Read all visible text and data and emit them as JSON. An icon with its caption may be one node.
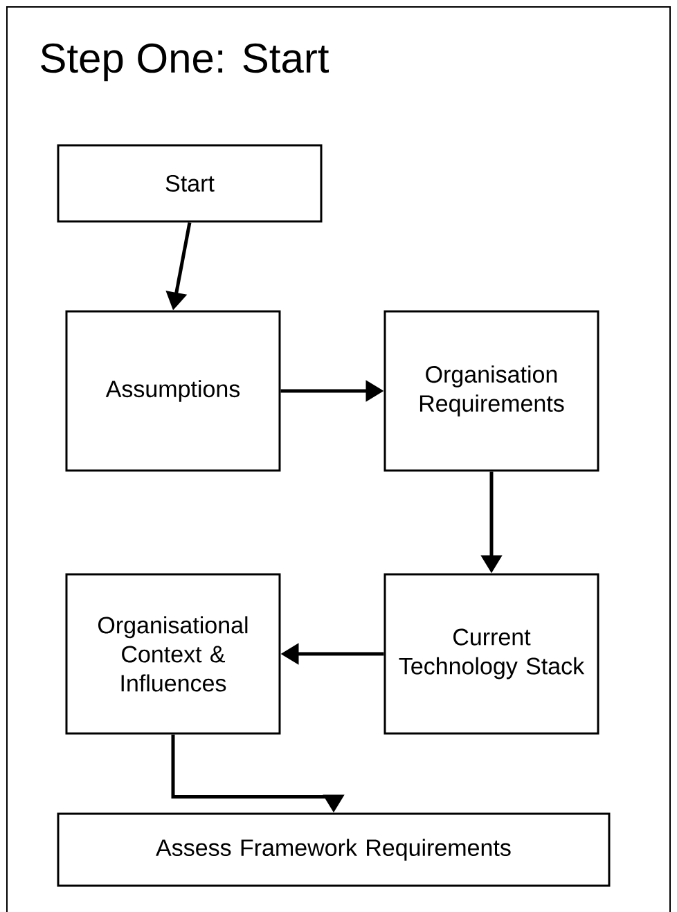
{
  "diagram": {
    "title": "Step One: Start",
    "nodes": [
      {
        "text": [
          "Start"
        ]
      },
      {
        "text": [
          "Assumptions"
        ]
      },
      {
        "text": [
          "Organisation Requirements"
        ]
      },
      {
        "text": [
          "Current Technology Stack"
        ]
      },
      {
        "text": [
          "Organisational Context & Influences"
        ]
      },
      {
        "text": [
          "Assess Framework Requirements"
        ]
      }
    ],
    "edges": [
      {
        "from": 0,
        "to": 1,
        "arrow": "to"
      },
      {
        "from": 1,
        "to": 2,
        "arrow": "to"
      },
      {
        "from": 2,
        "to": 3,
        "arrow": "to"
      },
      {
        "from": 3,
        "to": 4,
        "arrow": "to"
      },
      {
        "from": 4,
        "to": 5,
        "arrow": "to"
      }
    ]
  }
}
